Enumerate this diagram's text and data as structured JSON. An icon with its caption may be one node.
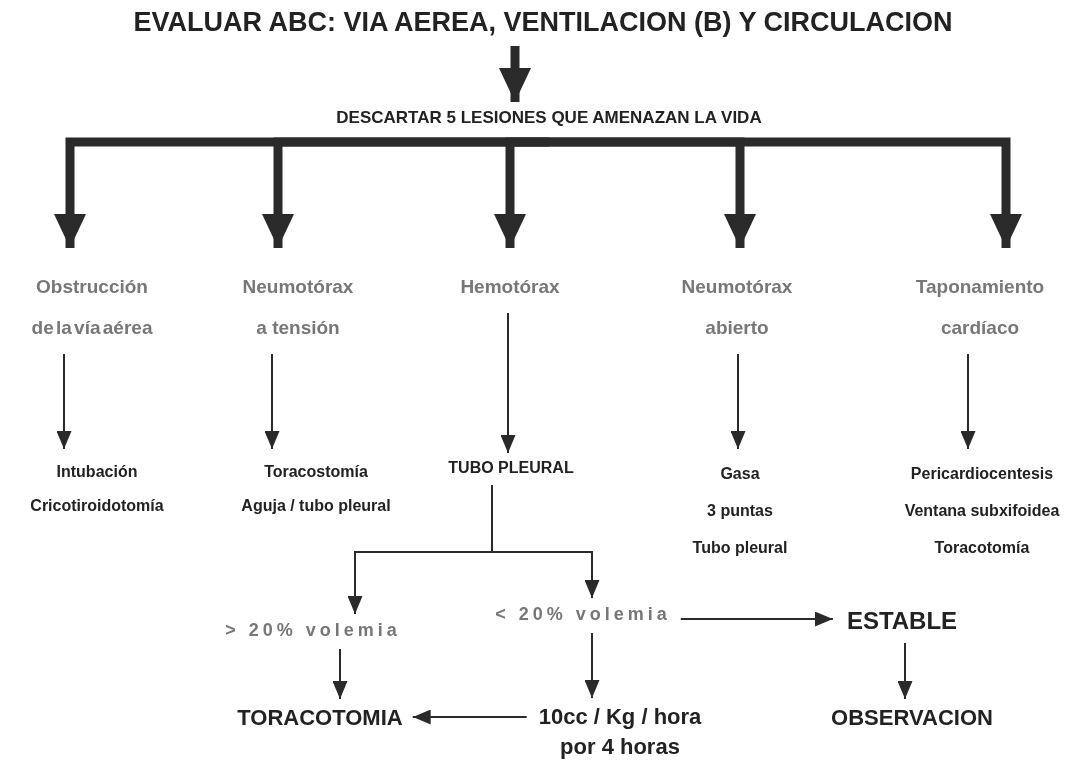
{
  "diagram": {
    "nodes": [
      {
        "text": [
          "EVALUAR ABC: VIA AEREA, VENTILACION (B) Y CIRCULACION"
        ]
      },
      {
        "text": [
          "DESCARTAR 5 LESIONES QUE AMENAZAN LA VIDA"
        ]
      },
      {
        "text": [
          "Obstrucción de la vía aérea"
        ]
      },
      {
        "text": [
          "Neumotórax a tensión"
        ]
      },
      {
        "text": [
          "Hemotórax"
        ]
      },
      {
        "text": [
          "Neumotórax abierto"
        ]
      },
      {
        "text": [
          "Taponamiento cardíaco"
        ]
      },
      {
        "text": [
          "Intubación",
          "Cricotiroidotomía"
        ]
      },
      {
        "text": [
          "Toracostomía",
          "Aguja / tubo pleural"
        ]
      },
      {
        "text": [
          "TUBO PLEURAL"
        ]
      },
      {
        "text": [
          "Gasa",
          "3 puntas",
          "Tubo pleural"
        ]
      },
      {
        "text": [
          "Pericardiocentesis",
          "Ventana subxifoidea",
          "Toracotomía"
        ]
      },
      {
        "text": [
          "**> 20**% volemia"
        ]
      },
      {
        "text": [
          "< 20% volemia"
        ]
      },
      {
        "text": [
          "ESTABLE"
        ]
      },
      {
        "text": [
          "TORACOTOMIA"
        ]
      },
      {
        "text": [
          "10cc / Kg / hora por 4 horas"
        ]
      },
      {
        "text": [
          "OBSERVACION"
        ]
      }
    ],
    "edges": [
      {
        "from": 0,
        "to": 1,
        "arrow": "to",
        "style": "thick"
      },
      {
        "from": 1,
        "to": 2,
        "arrow": "to",
        "style": "thick"
      },
      {
        "from": 1,
        "to": 3,
        "arrow": "to",
        "style": "thick"
      },
      {
        "from": 1,
        "to": 4,
        "arrow": "to",
        "style": "thick"
      },
      {
        "from": 1,
        "to": 5,
        "arrow": "to",
        "style": "thick"
      },
      {
        "from": 1,
        "to": 6,
        "arrow": "to",
        "style": "thick"
      },
      {
        "from": 2,
        "to": 7,
        "arrow": "to"
      },
      {
        "from": 3,
        "to": 8,
        "arrow": "to"
      },
      {
        "from": 4,
        "to": 9,
        "arrow": "to"
      },
      {
        "from": 5,
        "to": 10,
        "arrow": "to"
      },
      {
        "from": 6,
        "to": 11,
        "arrow": "to"
      },
      {
        "from": 9,
        "to": 12,
        "arrow": "to"
      },
      {
        "from": 9,
        "to": 13,
        "arrow": "to"
      },
      {
        "from": 13,
        "to": 14,
        "arrow": "to"
      },
      {
        "from": 12,
        "to": 15,
        "arrow": "to"
      },
      {
        "from": 13,
        "to": 16,
        "arrow": "to"
      },
      {
        "from": 14,
        "to": 17,
        "arrow": "to"
      },
      {
        "from": 16,
        "to": 15,
        "arrow": "to"
      }
    ]
  }
}
